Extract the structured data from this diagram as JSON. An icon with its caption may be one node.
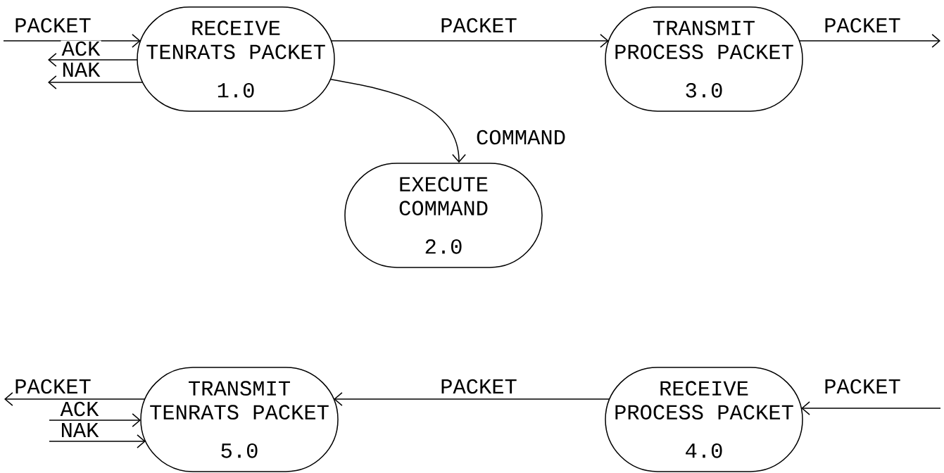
{
  "diagram": {
    "nodes": [
      {
        "text": [
          "RECEIVE TENRATS PACKET",
          "1.0"
        ]
      },
      {
        "text": [
          "TRANSMIT PROCESS PACKET",
          "3.0"
        ]
      },
      {
        "text": [
          "EXECUTE COMMAND",
          "2.0"
        ]
      },
      {
        "text": [
          "TRANSMIT TENRATS PACKET",
          "5.0"
        ]
      },
      {
        "text": [
          "RECEIVE PROCESS PACKET",
          "4.0"
        ]
      }
    ],
    "edges": [
      {
        "from": null,
        "to": 0,
        "arrow": "to",
        "label": "PACKET"
      },
      {
        "from": 0,
        "to": null,
        "arrow": "to",
        "label": "ACK"
      },
      {
        "from": 0,
        "to": null,
        "arrow": "to",
        "label": "NAK"
      },
      {
        "from": 0,
        "to": 1,
        "arrow": "to",
        "label": "PACKET"
      },
      {
        "from": 1,
        "to": null,
        "arrow": "to",
        "label": "PACKET"
      },
      {
        "from": 0,
        "to": 2,
        "arrow": "to",
        "label": "COMMAND"
      },
      {
        "from": 4,
        "to": 3,
        "arrow": "to",
        "label": "PACKET"
      },
      {
        "from": null,
        "to": 4,
        "arrow": "to",
        "label": "PACKET"
      },
      {
        "from": 3,
        "to": null,
        "arrow": "to",
        "label": "PACKET"
      },
      {
        "from": null,
        "to": 3,
        "arrow": "to",
        "label": "ACK"
      },
      {
        "from": null,
        "to": 3,
        "arrow": "to",
        "label": "NAK"
      }
    ]
  }
}
